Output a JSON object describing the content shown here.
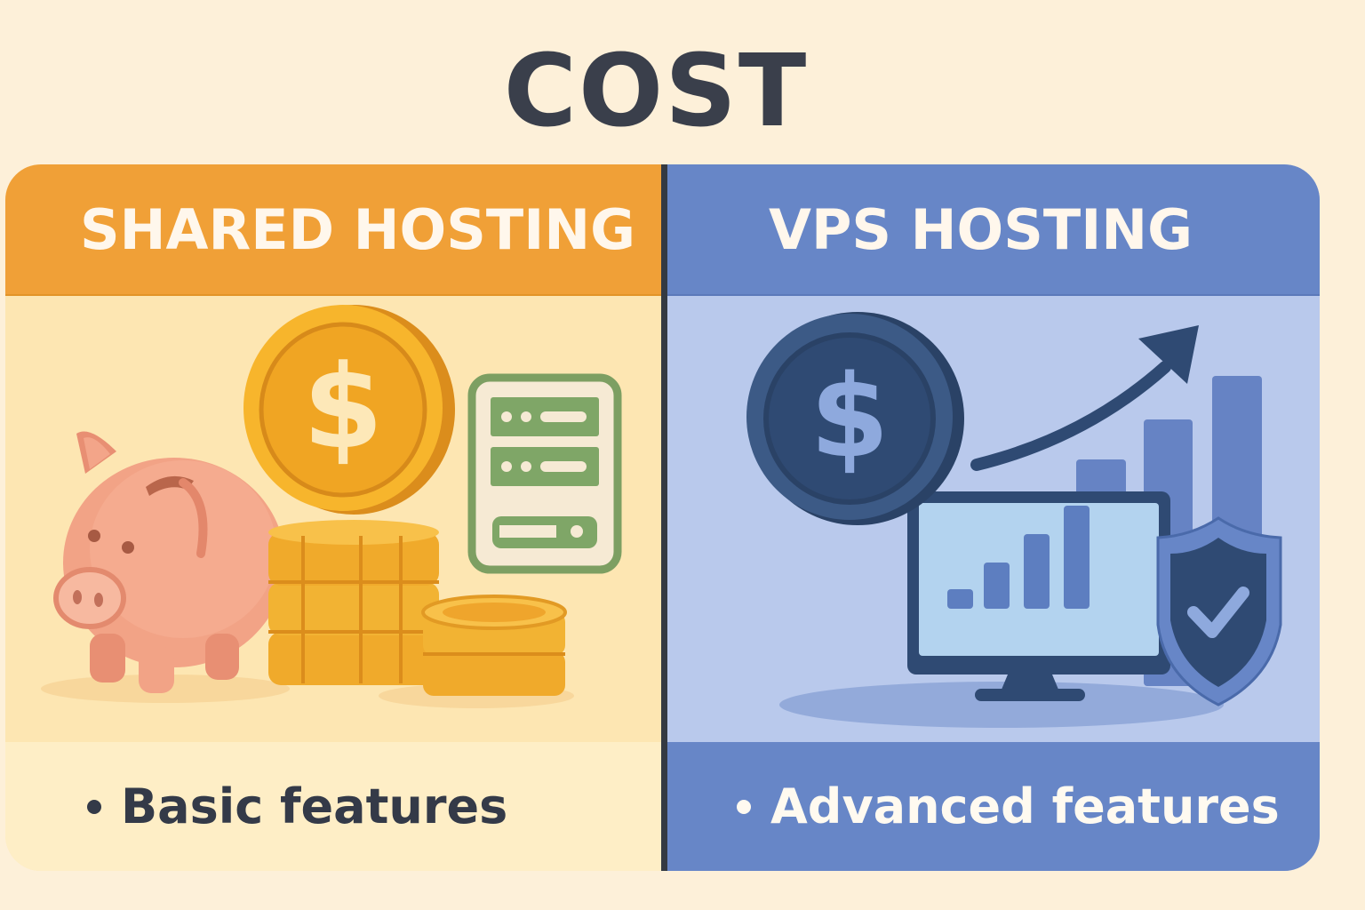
{
  "title": "COST",
  "columns": [
    {
      "id": "shared",
      "header": "SHARED HOSTING",
      "feature": "Basic features",
      "illustration": [
        "piggy-bank-icon",
        "dollar-coin-icon",
        "coin-stack-icon",
        "server-rack-icon"
      ],
      "colors": {
        "header": "#f0a037",
        "body": "#fde6b2",
        "footer": "#feeec6",
        "text": "#343a48"
      }
    },
    {
      "id": "vps",
      "header": "VPS HOSTING",
      "feature": "Advanced features",
      "illustration": [
        "dollar-coin-icon",
        "trend-up-arrow-icon",
        "bar-chart-icon",
        "monitor-icon",
        "shield-check-icon"
      ],
      "colors": {
        "header": "#6786c7",
        "body": "#b9c9ec",
        "footer": "#6786c7",
        "text": "#fffaf0"
      }
    }
  ],
  "colors": {
    "background": "#fdf0d9",
    "title": "#3a3f4b",
    "divider": "#343a42"
  }
}
